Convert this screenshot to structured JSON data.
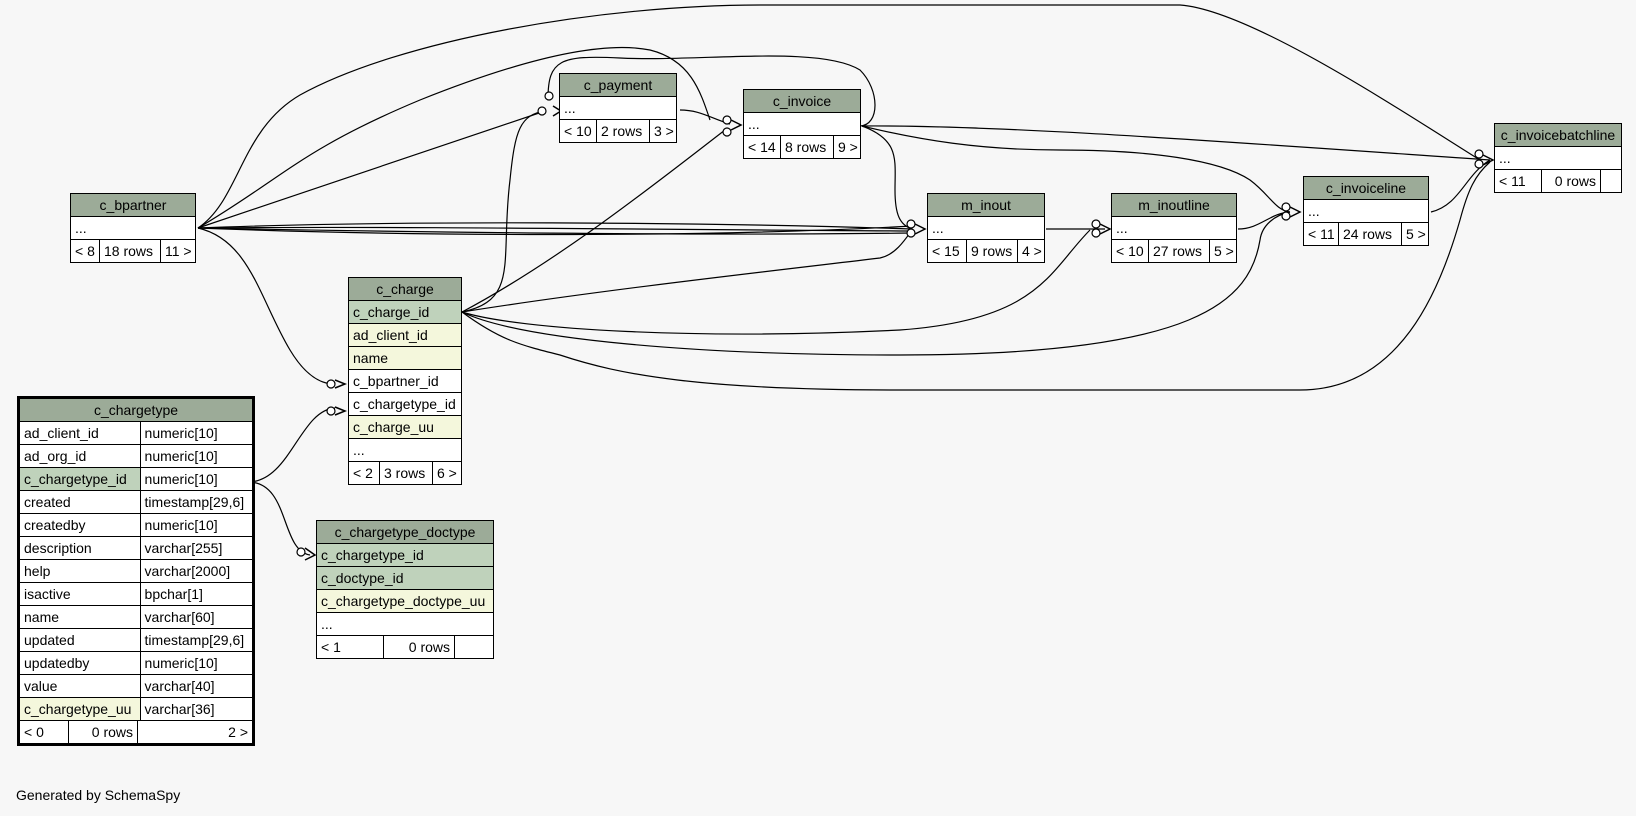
{
  "footer": "Generated by SchemaSpy",
  "tables": {
    "c_payment": {
      "name": "c_payment",
      "rows": [
        "..."
      ],
      "stats": [
        "< 10",
        "2 rows",
        "3 >"
      ]
    },
    "c_invoice": {
      "name": "c_invoice",
      "rows": [
        "..."
      ],
      "stats": [
        "< 14",
        "8 rows",
        "9 >"
      ]
    },
    "c_invoicebatchline": {
      "name": "c_invoicebatchline",
      "rows": [
        "..."
      ],
      "stats": [
        "< 11",
        "0 rows",
        ""
      ]
    },
    "c_bpartner": {
      "name": "c_bpartner",
      "rows": [
        "..."
      ],
      "stats": [
        "< 8",
        "18 rows",
        "11 >"
      ]
    },
    "m_inout": {
      "name": "m_inout",
      "rows": [
        "..."
      ],
      "stats": [
        "< 15",
        "9 rows",
        "4 >"
      ]
    },
    "m_inoutline": {
      "name": "m_inoutline",
      "rows": [
        "..."
      ],
      "stats": [
        "< 10",
        "27 rows",
        "5 >"
      ]
    },
    "c_invoiceline": {
      "name": "c_invoiceline",
      "rows": [
        "..."
      ],
      "stats": [
        "< 11",
        "24 rows",
        "5 >"
      ]
    },
    "c_charge": {
      "name": "c_charge",
      "columns": [
        {
          "name": "c_charge_id",
          "kind": "pk"
        },
        {
          "name": "ad_client_id",
          "kind": "uq"
        },
        {
          "name": "name",
          "kind": "uq"
        },
        {
          "name": "c_bpartner_id",
          "kind": "plain"
        },
        {
          "name": "c_chargetype_id",
          "kind": "plain"
        },
        {
          "name": "c_charge_uu",
          "kind": "uq"
        },
        {
          "name": "...",
          "kind": "plain"
        }
      ],
      "stats": [
        "< 2",
        "3 rows",
        "6 >"
      ]
    },
    "c_chargetype": {
      "name": "c_chargetype",
      "columns": [
        {
          "name": "ad_client_id",
          "type": "numeric[10]",
          "kind": "plain"
        },
        {
          "name": "ad_org_id",
          "type": "numeric[10]",
          "kind": "plain"
        },
        {
          "name": "c_chargetype_id",
          "type": "numeric[10]",
          "kind": "pk"
        },
        {
          "name": "created",
          "type": "timestamp[29,6]",
          "kind": "plain"
        },
        {
          "name": "createdby",
          "type": "numeric[10]",
          "kind": "plain"
        },
        {
          "name": "description",
          "type": "varchar[255]",
          "kind": "plain"
        },
        {
          "name": "help",
          "type": "varchar[2000]",
          "kind": "plain"
        },
        {
          "name": "isactive",
          "type": "bpchar[1]",
          "kind": "plain"
        },
        {
          "name": "name",
          "type": "varchar[60]",
          "kind": "plain"
        },
        {
          "name": "updated",
          "type": "timestamp[29,6]",
          "kind": "plain"
        },
        {
          "name": "updatedby",
          "type": "numeric[10]",
          "kind": "plain"
        },
        {
          "name": "value",
          "type": "varchar[40]",
          "kind": "plain"
        },
        {
          "name": "c_chargetype_uu",
          "type": "varchar[36]",
          "kind": "uq"
        }
      ],
      "stats": [
        "< 0",
        "0 rows",
        "2 >"
      ]
    },
    "c_chargetype_doctype": {
      "name": "c_chargetype_doctype",
      "columns": [
        {
          "name": "c_chargetype_id",
          "kind": "pk"
        },
        {
          "name": "c_doctype_id",
          "kind": "pk"
        },
        {
          "name": "c_chargetype_doctype_uu",
          "kind": "uq"
        },
        {
          "name": "...",
          "kind": "plain"
        }
      ],
      "stats": [
        "< 1",
        "0 rows",
        ""
      ]
    }
  }
}
